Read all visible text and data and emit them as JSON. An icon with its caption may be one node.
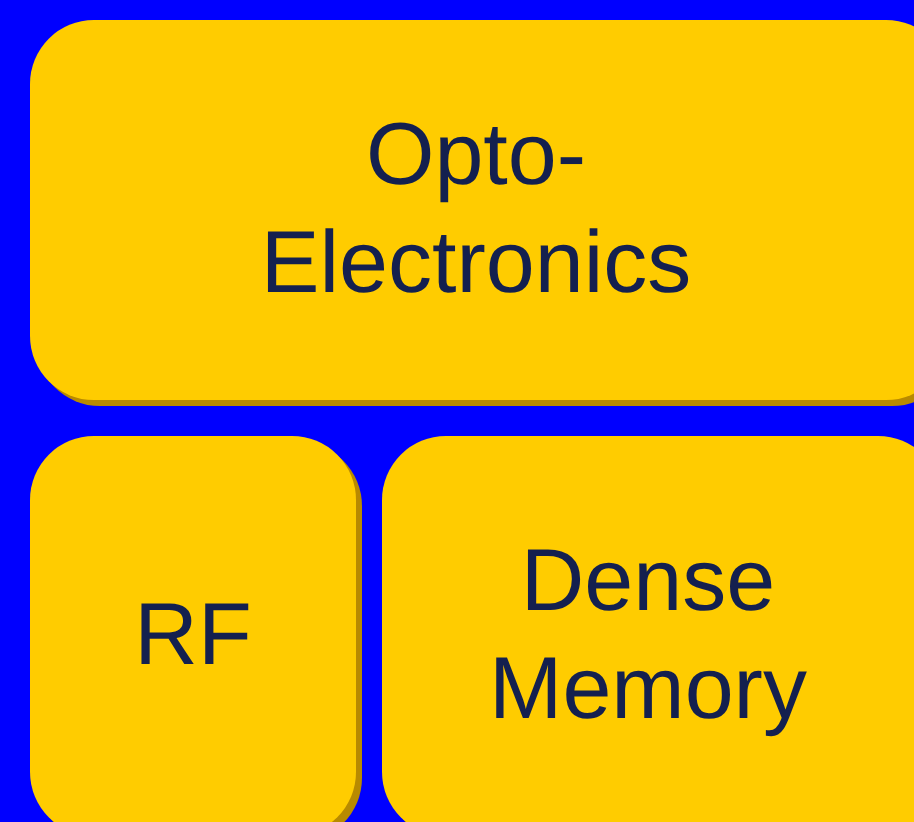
{
  "diagram": {
    "nodes": [
      {
        "text": [
          "Opto- Electronics"
        ]
      },
      {
        "text": [
          "RF"
        ]
      },
      {
        "text": [
          "Dense Memory"
        ]
      }
    ]
  }
}
